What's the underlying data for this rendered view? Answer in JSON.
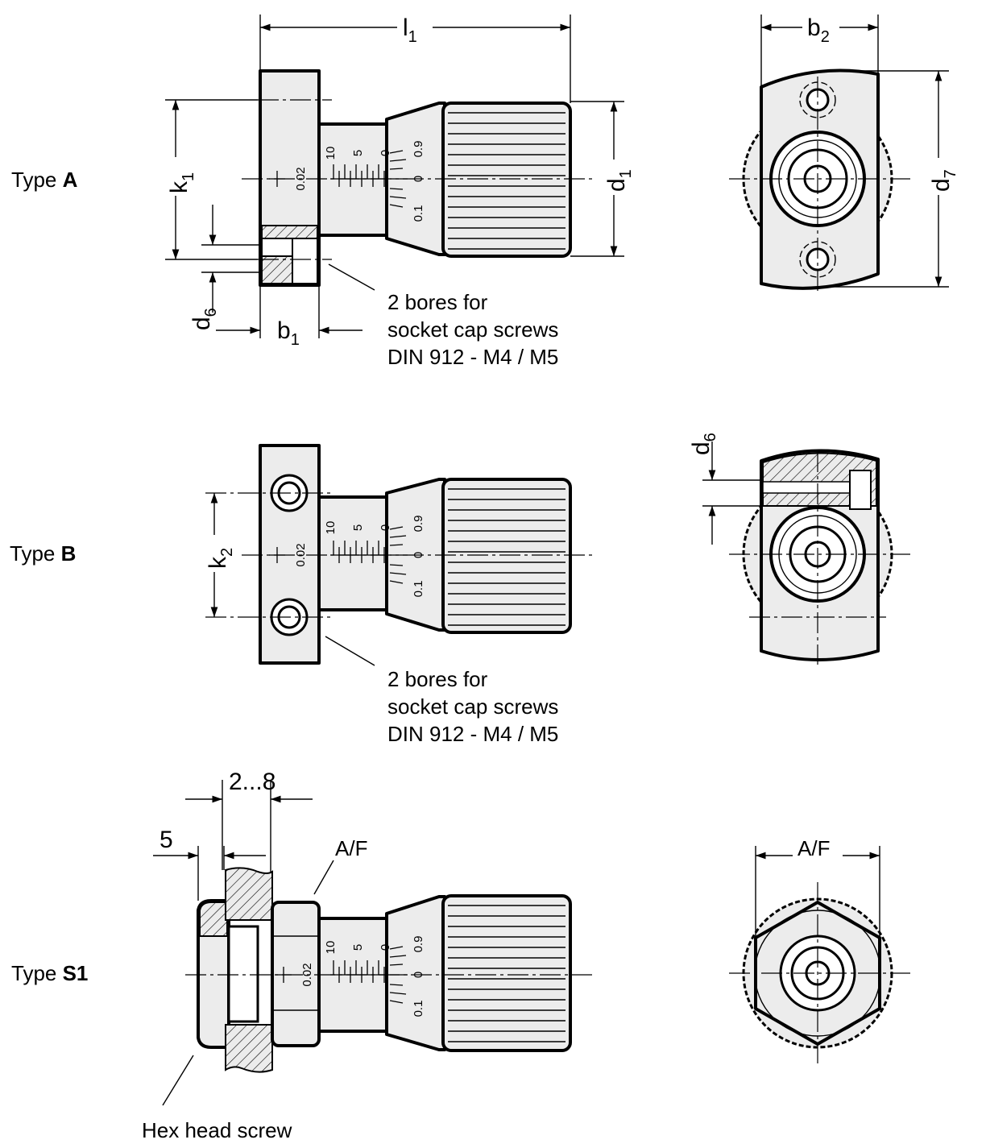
{
  "type_labels": {
    "a_prefix": "Type ",
    "a_bold": "A",
    "b_prefix": "Type ",
    "b_bold": "B",
    "s1_prefix": "Type ",
    "s1_bold": "S1"
  },
  "dimensions": {
    "l1_base": "l",
    "l1_sub": "1",
    "b2_base": "b",
    "b2_sub": "2",
    "k1_base": "k",
    "k1_sub": "1",
    "d1_base": "d",
    "d1_sub": "1",
    "d7_base": "d",
    "d7_sub": "7",
    "d6a_base": "d",
    "d6a_sub": "6",
    "b1_base": "b",
    "b1_sub": "1",
    "k2_base": "k",
    "k2_sub": "2",
    "d6b_base": "d",
    "d6b_sub": "6",
    "range": "2...8",
    "five": "5",
    "af_side": "A/F",
    "af_front": "A/F"
  },
  "scale": {
    "sleeve_step": "0.02",
    "sleeve_10": "10",
    "sleeve_5": "5",
    "sleeve_0": "0",
    "thimble_09": "0.9",
    "thimble_0": "0",
    "thimble_01": "0.1"
  },
  "notes": {
    "bores_a_line1": "2 bores for",
    "bores_a_line2": "socket cap screws",
    "bores_a_line3": "DIN 912 - M4 / M5",
    "bores_b_line1": "2 bores for",
    "bores_b_line2": "socket cap screws",
    "bores_b_line3": "DIN 912 - M4 / M5",
    "hex_head": "Hex head screw"
  }
}
